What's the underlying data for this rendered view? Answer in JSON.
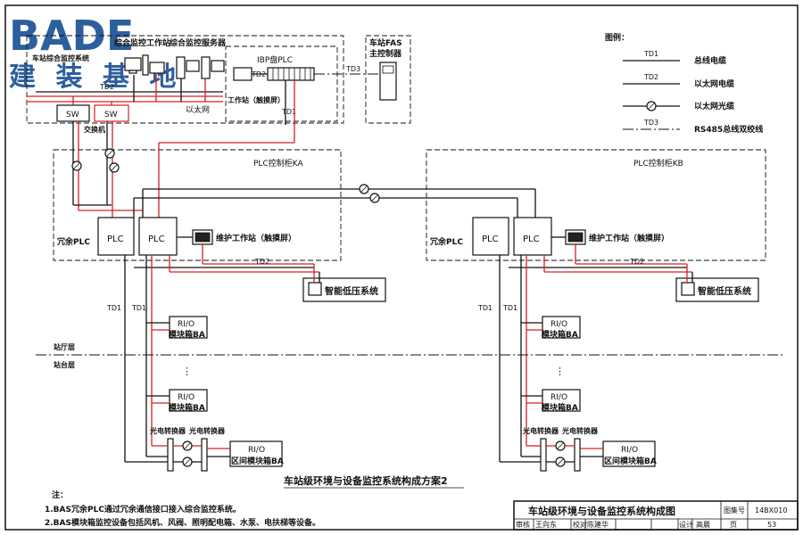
{
  "logo": {
    "brand": "BADE",
    "subtitle": "建 装 基 地"
  },
  "top_left": {
    "group_title": "车站综合监控系统",
    "workstation_label": "综合监控工作站",
    "server_label": "综合监控服务器",
    "ethernet_label": "以太网",
    "td2_label": "TD2",
    "switch_label": "SW",
    "switch_caption": "交换机"
  },
  "ibp": {
    "title": "IBP盘PLC",
    "td2_label": "TD2",
    "td1_label": "TD1",
    "ws_label": "工作站（触摸屏）"
  },
  "fas": {
    "line1": "车站FAS",
    "line2": "主控制器",
    "td3_label": "TD3"
  },
  "legend": {
    "title": "图例：",
    "items": [
      {
        "code": "TD1",
        "desc": "总线电缆"
      },
      {
        "code": "TD2",
        "desc": "以太网电缆"
      },
      {
        "code": "",
        "desc": "以太网光缆"
      },
      {
        "code": "TD3",
        "desc": "RS485总线双绞线"
      }
    ]
  },
  "cabinet_a": {
    "title": "PLC控制柜KA",
    "redundant_label": "冗余PLC",
    "plc_label": "PLC",
    "maint_label": "维护工作站（触摸屏）",
    "td2_label": "TD2",
    "lv_label": "智能低压系统",
    "td1_a": "TD1",
    "td1_b": "TD1",
    "rio_label": "RI/O",
    "rio_box_label": "模块箱BA",
    "dots": "⋮",
    "converter_label": "光电转换器",
    "tunnel_rio_label": "区间模块箱BA"
  },
  "cabinet_b": {
    "title": "PLC控制柜KB",
    "redundant_label": "冗余PLC",
    "plc_label": "PLC",
    "maint_label": "维护工作站（触摸屏）",
    "td2_label": "TD2",
    "lv_label": "智能低压系统",
    "td1_a": "TD1",
    "td1_b": "TD1",
    "rio_label": "RI/O",
    "rio_box_label": "模块箱BA",
    "dots": "⋮",
    "converter_label": "光电转换器",
    "tunnel_rio_label": "区间模块箱BA"
  },
  "levels": {
    "hall": "站厅层",
    "platform": "站台层"
  },
  "diagram_caption": "车站级环境与设备监控系统构成方案2",
  "notes": {
    "title": "注：",
    "line1": "1.BAS冗余PLC通过冗余通信接口接入综合监控系统。",
    "line2": "2.BAS模块箱监控设备包括风机、风阀、照明配电箱、水泵、电扶梯等设备。"
  },
  "title_block": {
    "title": "车站级环境与设备监控系统构成图",
    "atlas_label": "图集号",
    "atlas_no": "14BX010",
    "page_label": "页",
    "page_no": "53",
    "review_label": "审核",
    "review_name": "王向东",
    "check_label": "校对",
    "check_name": "陈建华",
    "design_label": "设计",
    "design_name": "高晨"
  }
}
